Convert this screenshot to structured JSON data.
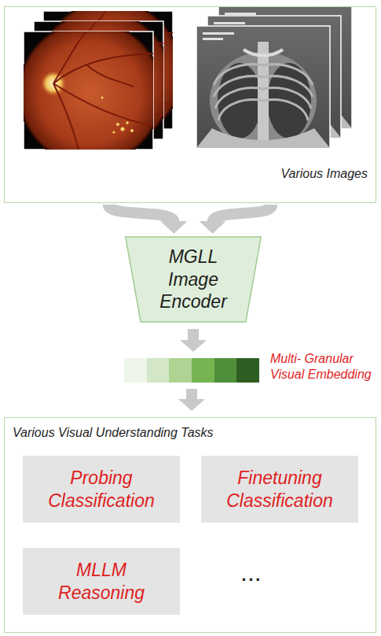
{
  "diagram": {
    "nodes": [
      {
        "text": [
          "Various Images"
        ]
      },
      {
        "text": [
          "MGLL Image Encoder"
        ]
      },
      {
        "text": [
          "Multi- Granular Visual Embedding"
        ]
      },
      {
        "text": [
          "Various Visual Understanding Tasks"
        ]
      },
      {
        "text": [
          "Probing Classification"
        ],
        "in": 3
      },
      {
        "text": [
          "Finetuning Classification"
        ],
        "in": 3
      },
      {
        "text": [
          "MLLM Reasoning"
        ],
        "in": 3
      }
    ],
    "edges": [
      {
        "from": 0,
        "to": 1,
        "arrow": "to"
      },
      {
        "from": 1,
        "to": 2,
        "arrow": "to"
      },
      {
        "from": 2,
        "to": 3,
        "arrow": "to"
      }
    ],
    "labels": [
      "..."
    ]
  }
}
